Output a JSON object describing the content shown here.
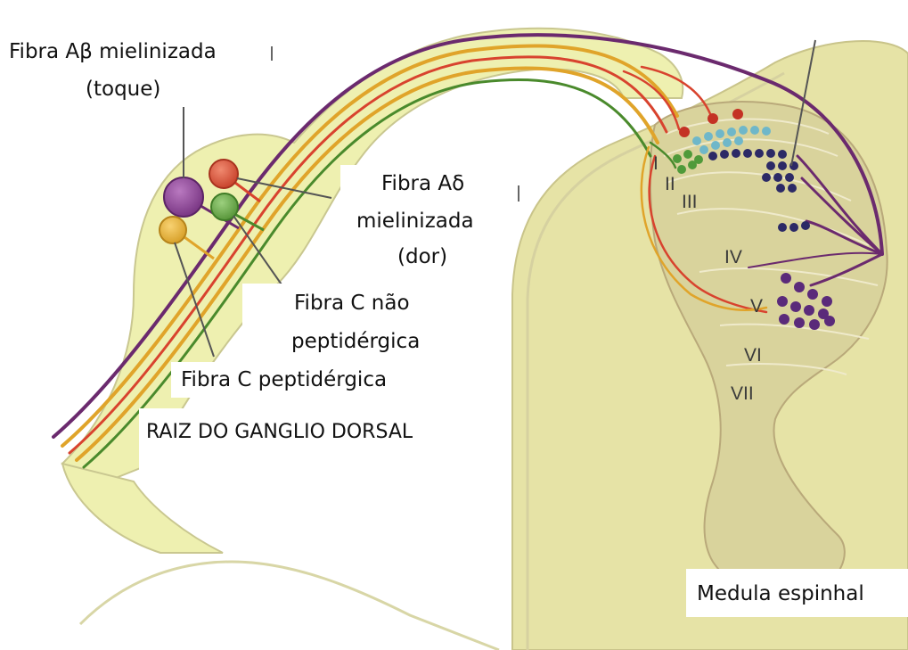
{
  "labels": {
    "abeta_line1": "Fibra Aβ mielinizada",
    "abeta_line2": "(toque)",
    "adelta_line1": "Fibra Aδ",
    "adelta_line2": "mielinizada",
    "adelta_line3": "(dor)",
    "cnp_line1": "Fibra C não",
    "cnp_line2": "peptidérgica",
    "cp": "Fibra C  peptidérgica",
    "drg": "RAIZ DO GANGLIO DORSAL",
    "spinal_cord": "Medula espinhal"
  },
  "laminae": [
    "I",
    "II",
    "III",
    "IV",
    "V",
    "VI",
    "VII"
  ],
  "colors": {
    "abeta": "#6b2a6e",
    "adelta": "#d8432e",
    "c_nonpeptidergic": "#4a8a2c",
    "c_peptidergic": "#e0a42a",
    "ganglion_fill": "#eef0b0",
    "cord_fill": "#e6e3a6",
    "grey_matter": "#d9d39c",
    "dark_dot": "#2c2a66",
    "purple_dot": "#5a2a7a",
    "light_blue_dot": "#6fb7c9",
    "green_dot": "#4f9a3a",
    "red_dot": "#c43224"
  }
}
